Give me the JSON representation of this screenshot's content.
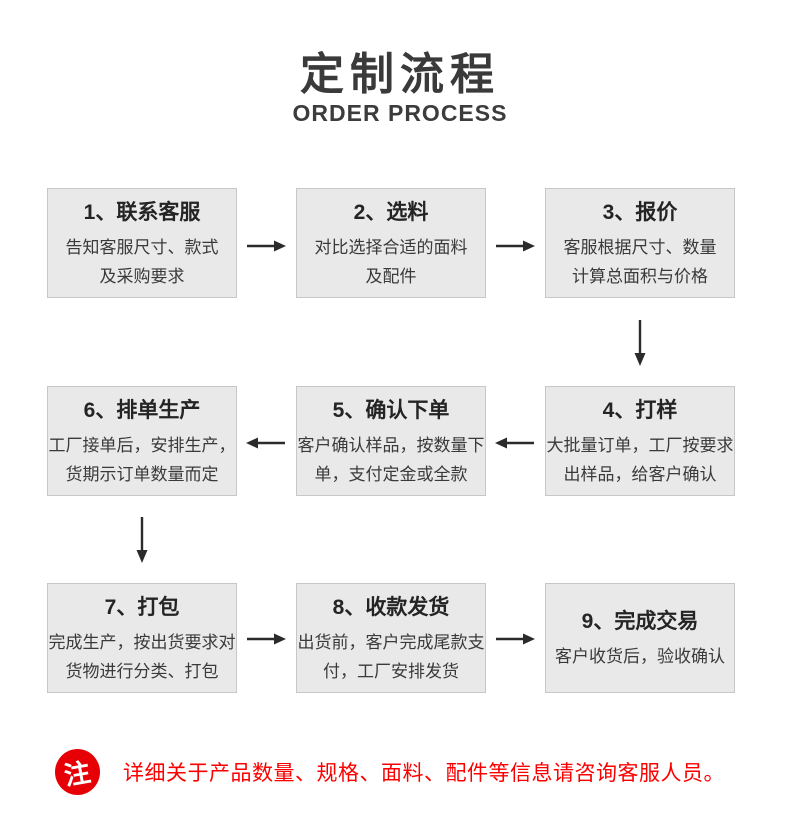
{
  "header": {
    "title": "定制流程",
    "subtitle": "ORDER PROCESS"
  },
  "steps": [
    {
      "title": "1、联系客服",
      "desc": "告知客服尺寸、款式\n及采购要求"
    },
    {
      "title": "2、选料",
      "desc": "对比选择合适的面料\n及配件"
    },
    {
      "title": "3、报价",
      "desc": "客服根据尺寸、数量\n计算总面积与价格"
    },
    {
      "title": "4、打样",
      "desc": "大批量订单，工厂按要求\n出样品，给客户确认"
    },
    {
      "title": "5、确认下单",
      "desc": "客户确认样品，按数量下\n单，支付定金或全款"
    },
    {
      "title": "6、排单生产",
      "desc": "工厂接单后，安排生产，\n货期示订单数量而定"
    },
    {
      "title": "7、打包",
      "desc": "完成生产，按出货要求对\n货物进行分类、打包"
    },
    {
      "title": "8、收款发货",
      "desc": "出货前，客户完成尾款支\n付，工厂安排发货"
    },
    {
      "title": "9、完成交易",
      "desc": "客户收货后，验收确认"
    }
  ],
  "note": {
    "badge": "注",
    "text": "详细关于产品数量、规格、面料、配件等信息请咨询客服人员。"
  },
  "icons": {
    "arrow_right": "→",
    "arrow_left": "←",
    "arrow_down": "↓",
    "note_badge": "red-circle"
  },
  "colors": {
    "box_bg": "#e9e9e9",
    "box_border": "#c7c7c7",
    "arrow": "#2b2b2b",
    "badge_red": "#e60005",
    "note_red": "#fc0000",
    "heading": "#3a3a3a"
  }
}
